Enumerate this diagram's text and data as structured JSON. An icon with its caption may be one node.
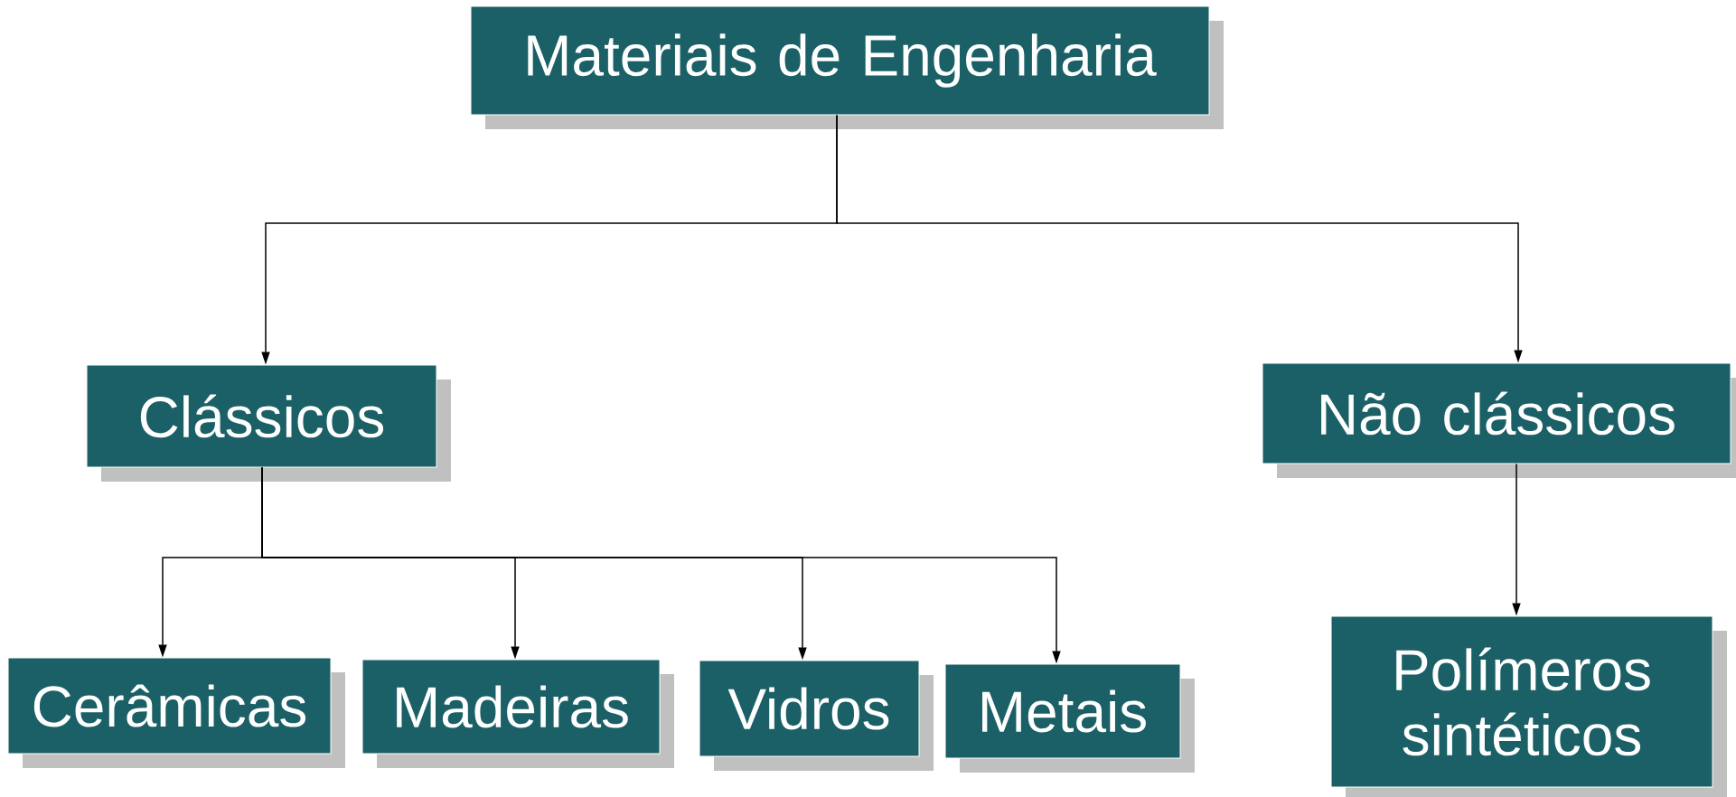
{
  "diagram": {
    "nodes": [
      {
        "text": [
          "Materiais de Engenharia"
        ]
      },
      {
        "text": [
          "Clássicos"
        ]
      },
      {
        "text": [
          "Não clássicos"
        ]
      },
      {
        "text": [
          "Cerâmicas"
        ]
      },
      {
        "text": [
          "Madeiras"
        ]
      },
      {
        "text": [
          "Vidros"
        ]
      },
      {
        "text": [
          "Metais"
        ]
      },
      {
        "text": [
          "Polímeros sintéticos"
        ]
      }
    ],
    "edges": [
      {
        "from": 0,
        "to": 1,
        "arrow": "to"
      },
      {
        "from": 0,
        "to": 2,
        "arrow": "to"
      },
      {
        "from": 1,
        "to": 3,
        "arrow": "to"
      },
      {
        "from": 1,
        "to": 4,
        "arrow": "to"
      },
      {
        "from": 1,
        "to": 5,
        "arrow": "to"
      },
      {
        "from": 1,
        "to": 6,
        "arrow": "to"
      },
      {
        "from": 2,
        "to": 7,
        "arrow": "to"
      }
    ]
  }
}
